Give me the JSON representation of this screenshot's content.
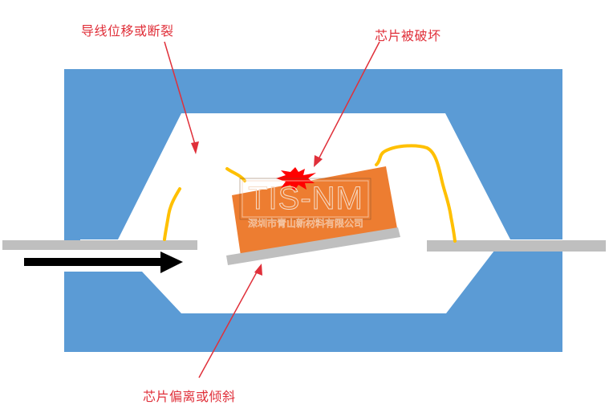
{
  "labels": {
    "wire_displacement": "导线位移或断裂",
    "chip_damaged": "芯片被破坏",
    "chip_offset": "芯片偏离或倾斜"
  },
  "watermark": {
    "title": "TIS-NM",
    "subtitle": "深圳市青山新材料有限公司"
  },
  "colors": {
    "package": "#5b9bd5",
    "cavity": "#ffffff",
    "lead": "#bfbfbf",
    "chip": "#ed7d31",
    "wire": "#ffc000",
    "annotation": "#e0303a",
    "arrow": "#000000",
    "burst": "#ff0000"
  }
}
